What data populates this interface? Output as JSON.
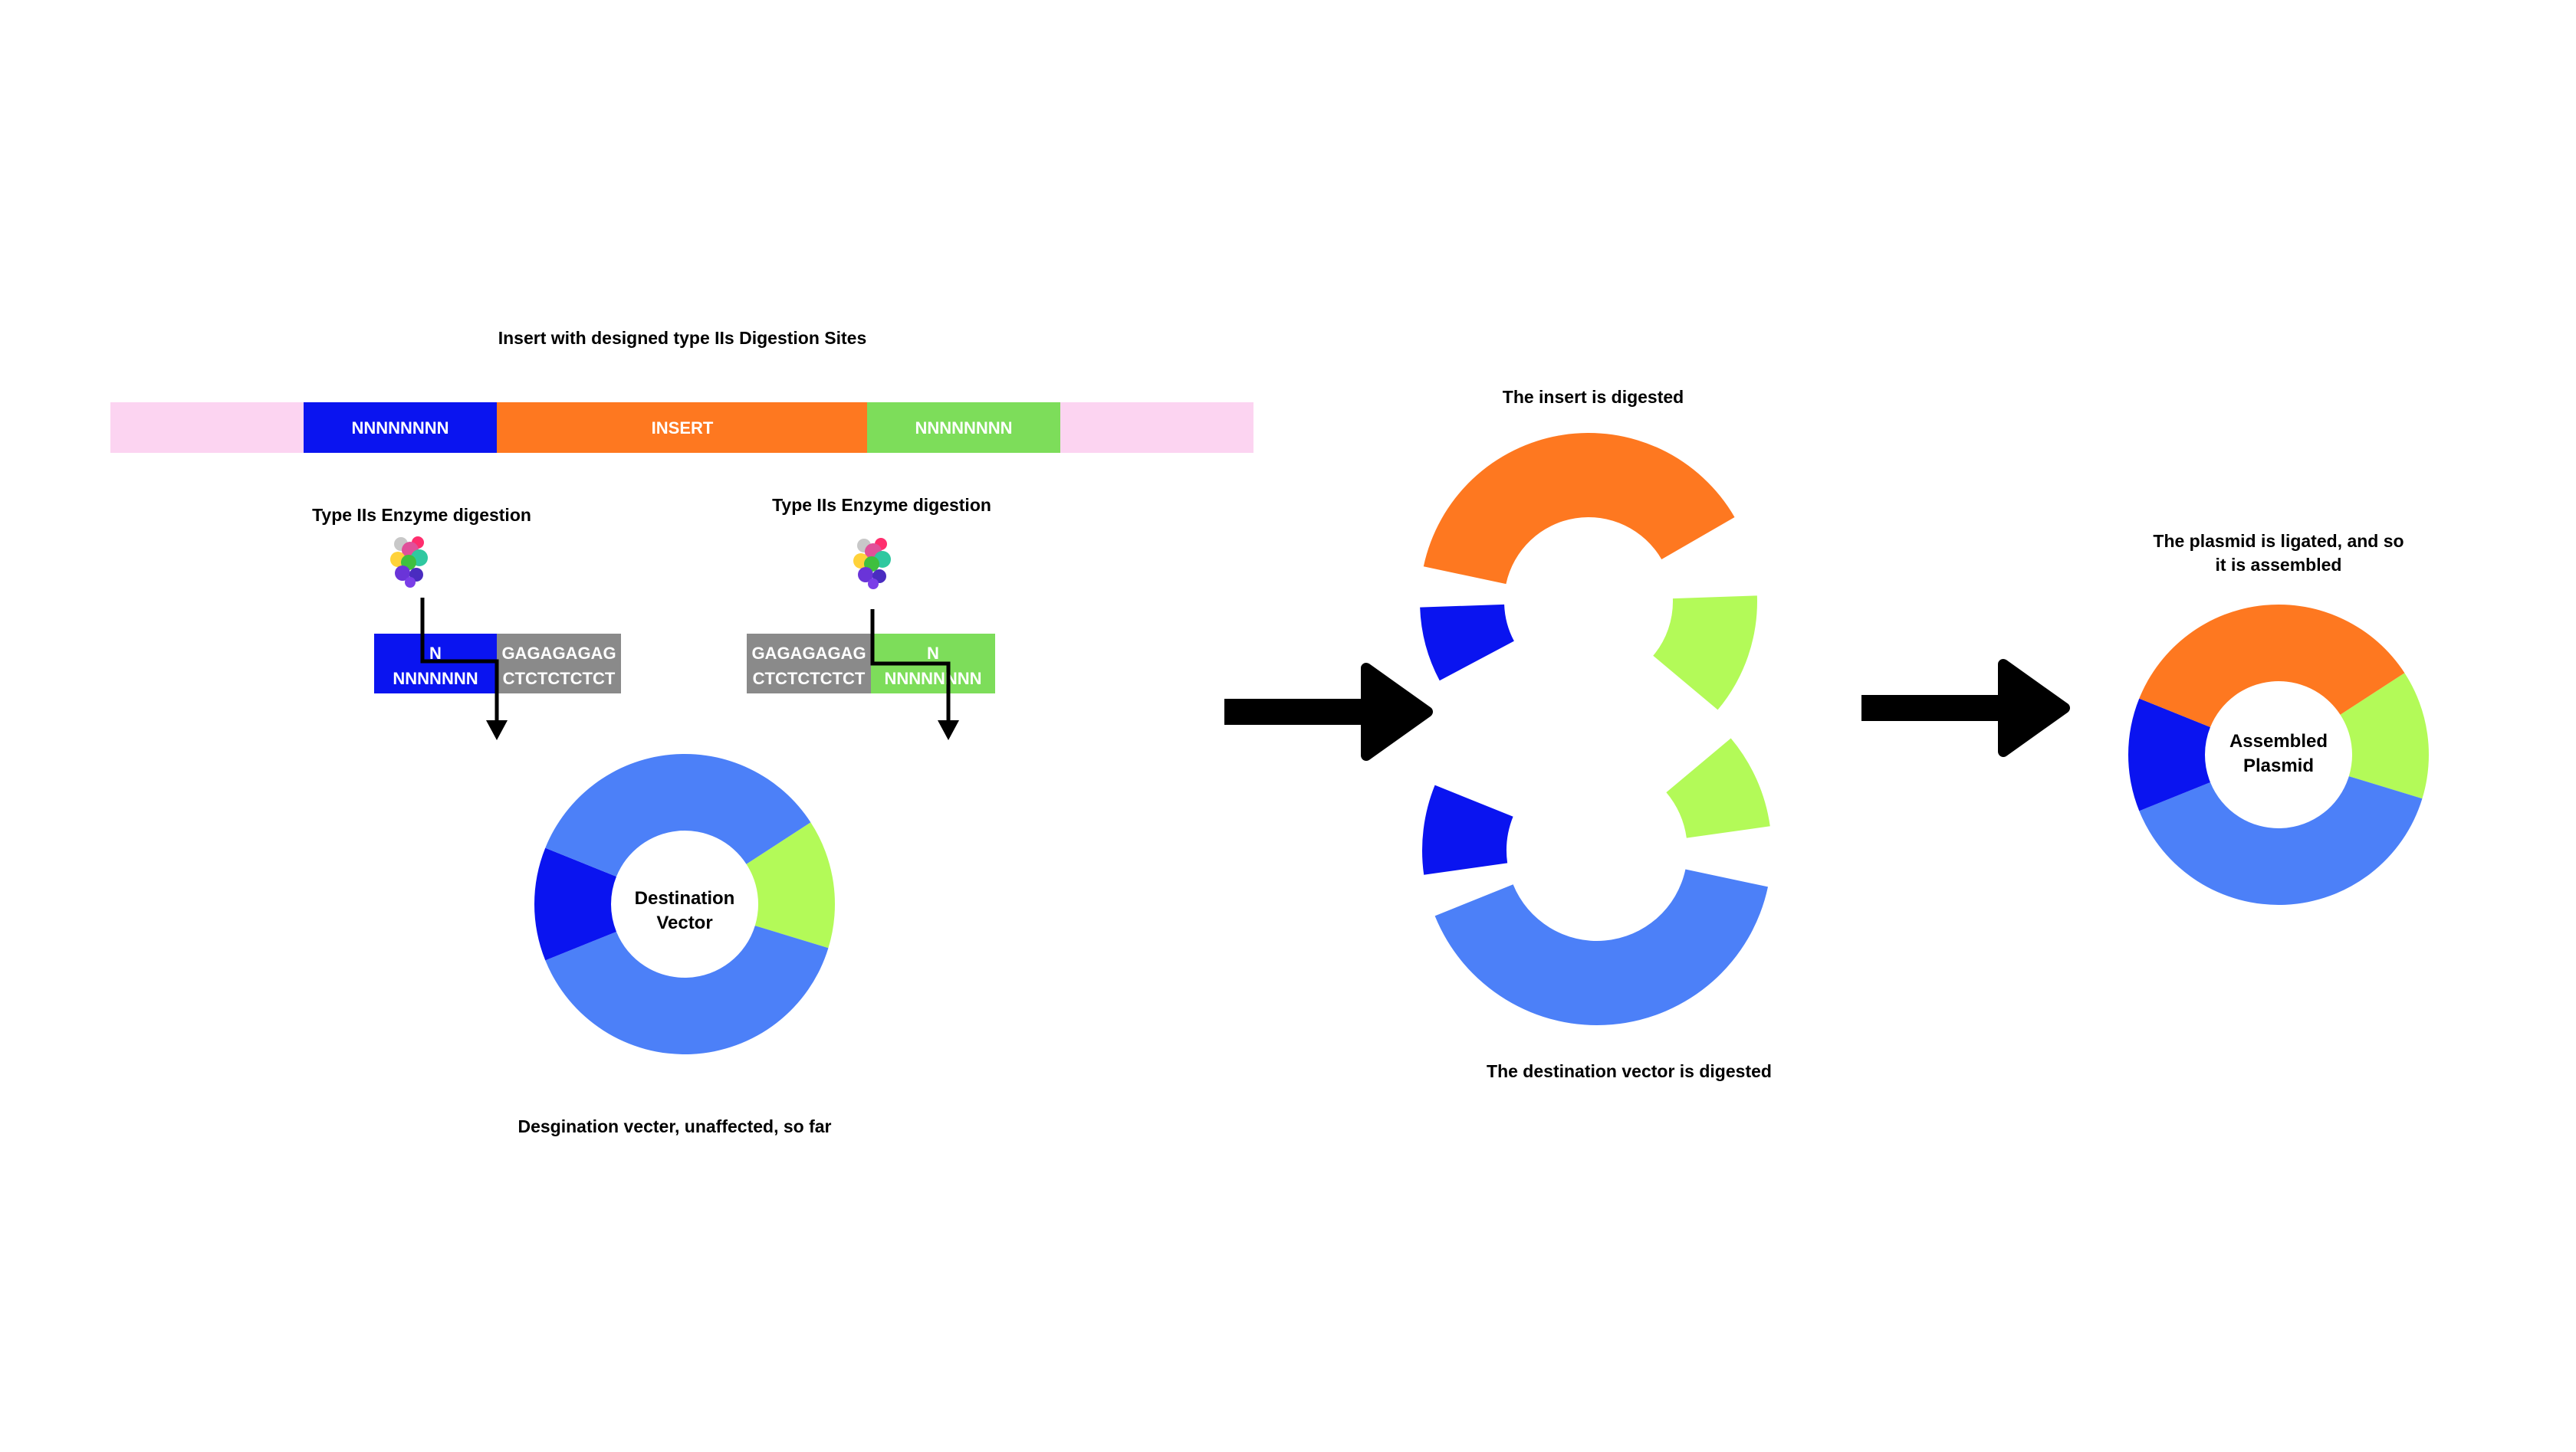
{
  "colors": {
    "pink": "#fcd4f1",
    "blue": "#0a14f0",
    "orange": "#fe7820",
    "green": "#7ddd5a",
    "lime": "#b3fa58",
    "vector_blue": "#4c80f8",
    "grey": "#8a8a8a",
    "black": "#000000",
    "white": "#ffffff"
  },
  "insert_section": {
    "title": "Insert with designed type IIs Digestion Sites",
    "bar": {
      "left_site": "NNNNNNNN",
      "insert": "INSERT",
      "right_site": "NNNNNNNN"
    }
  },
  "left_digestion": {
    "title": "Type IIs Enzyme digestion",
    "enzyme_icon": "enzyme-protein-icon",
    "blue_top": "N",
    "blue_bottom": "NNNNNNN",
    "grey_top": "GAGAGAGAG",
    "grey_bottom": "CTCTCTCTCT"
  },
  "right_digestion": {
    "title": "Type IIs Enzyme digestion",
    "enzyme_icon": "enzyme-protein-icon",
    "grey_top": "GAGAGAGAG",
    "grey_bottom": "CTCTCTCTCT",
    "green_top": "N",
    "green_bottom": "NNNNNNNN"
  },
  "destination_vector": {
    "label_line1": "Destination",
    "label_line2": "Vector",
    "caption": "Desgination vecter, unaffected, so far"
  },
  "digested": {
    "insert_caption": "The insert is digested",
    "vector_caption": "The destination vector is digested"
  },
  "assembled": {
    "caption_line1": "The plasmid is ligated, and so",
    "caption_line2": "it is assembled",
    "label_line1": "Assembled",
    "label_line2": "Plasmid"
  },
  "arrows": [
    "arrow-right-icon",
    "arrow-right-icon"
  ]
}
